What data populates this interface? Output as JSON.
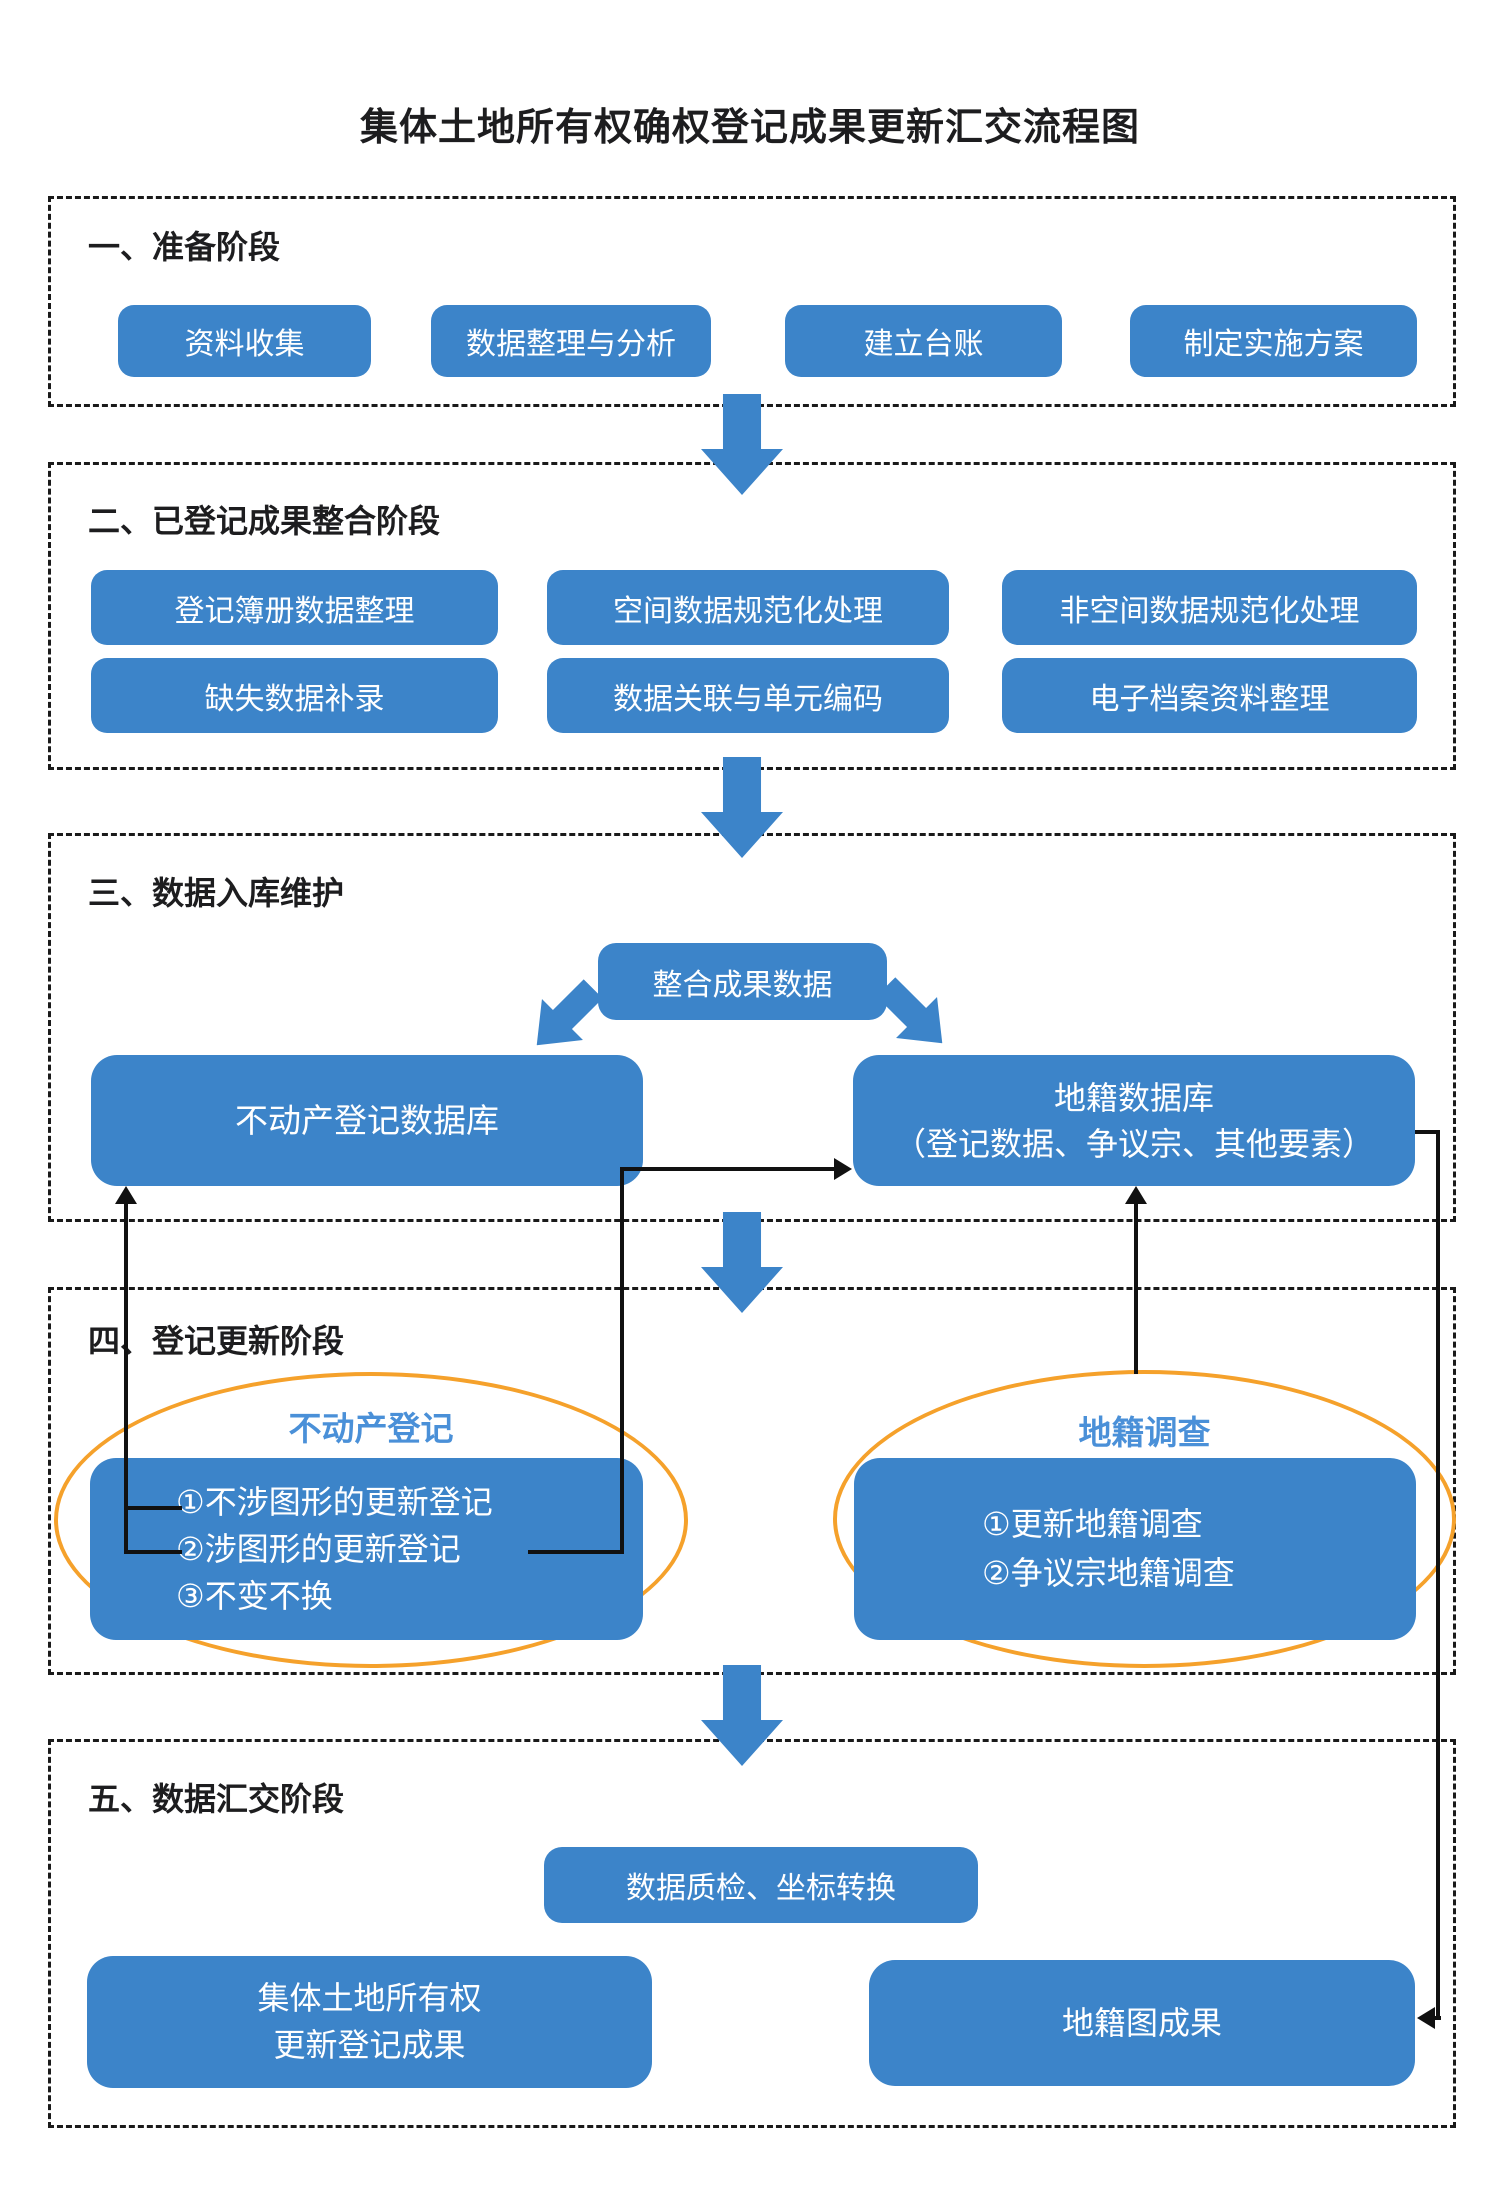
{
  "title": "集体土地所有权确权登记成果更新汇交流程图",
  "sections": {
    "s1": {
      "label": "一、准备阶段",
      "buttons": [
        "资料收集",
        "数据整理与分析",
        "建立台账",
        "制定实施方案"
      ]
    },
    "s2": {
      "label": "二、已登记成果整合阶段",
      "row1": [
        "登记簿册数据整理",
        "空间数据规范化处理",
        "非空间数据规范化处理"
      ],
      "row2": [
        "缺失数据补录",
        "数据关联与单元编码",
        "电子档案资料整理"
      ]
    },
    "s3": {
      "label": "三、数据入库维护",
      "integrate_box": "整合成果数据",
      "db_left": "不动产登记数据库",
      "db_right_line1": "地籍数据库",
      "db_right_line2": "（登记数据、争议宗、其他要素）"
    },
    "s4": {
      "label": "四、登记更新阶段",
      "left_title": "不动产登记",
      "left_items": [
        "①不涉图形的更新登记",
        "②涉图形的更新登记",
        "③不变不换"
      ],
      "right_title": "地籍调查",
      "right_items": [
        "①更新地籍调查",
        "②争议宗地籍调查"
      ]
    },
    "s5": {
      "label": "五、数据汇交阶段",
      "qc_box": "数据质检、坐标转换",
      "output_left_line1": "集体土地所有权",
      "output_left_line2": "更新登记成果",
      "output_right": "地籍图成果"
    }
  },
  "colors": {
    "primary_blue": "#3C84C9",
    "accent_text_blue": "#4A90D8",
    "ellipse_orange": "#F5A12B",
    "connector_black": "#111111",
    "heading_text": "#1D1D1F"
  }
}
